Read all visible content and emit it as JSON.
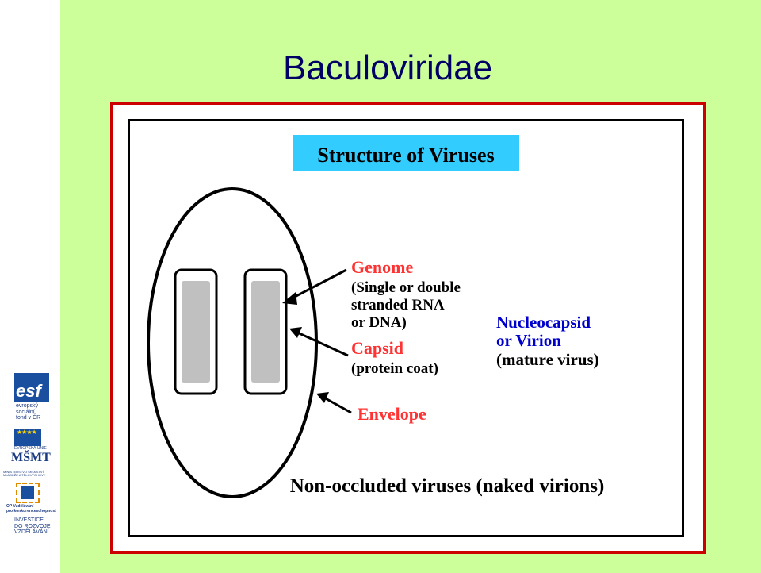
{
  "slide": {
    "title": "Baculoviridae",
    "background_color": "#ccff99",
    "title_color": "#000066"
  },
  "diagram": {
    "heading": "Structure of Viruses",
    "heading_bg": "#33ccff",
    "genome_title": "Genome",
    "genome_desc": [
      "(Single or double",
      "stranded RNA",
      "or DNA)"
    ],
    "capsid_title": "Capsid",
    "capsid_desc": "(protein coat)",
    "envelope_label": "Envelope",
    "nucleocapsid_lines": [
      "Nucleocapsid",
      "or Virion"
    ],
    "nucleocapsid_desc": "(mature virus)",
    "caption": "Non-occluded viruses (naked virions)",
    "label_red": "#ff3333",
    "label_blue": "#0000cc",
    "label_black": "#000000"
  },
  "logos": {
    "esf_text": "esf",
    "esf_lines": [
      "evropský",
      "sociální",
      "fond v ČR"
    ],
    "eu_text": "EVROPSKÁ UNIE",
    "msmt_text": "MŠMT",
    "msmt_caption": "MINISTERSTVO ŠKOLSTVÍ, MLÁDEŽE A TĚLOVÝCHOVY",
    "op_lines": [
      "OP Vzdělávání",
      "pro konkurenceschopnost"
    ],
    "investice_lines": [
      "INVESTICE",
      "DO ROZVOJE",
      "VZDĚLÁVÁNÍ"
    ]
  }
}
